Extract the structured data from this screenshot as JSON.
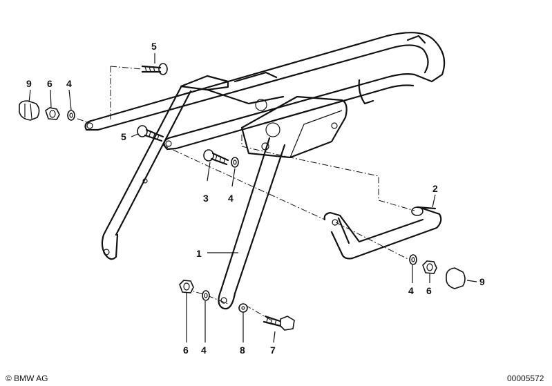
{
  "diagram": {
    "callouts": {
      "c1": "1",
      "c2": "2",
      "c3": "3",
      "c4a": "4",
      "c4b": "4",
      "c4c": "4",
      "c4d": "4",
      "c5a": "5",
      "c5b": "5",
      "c6a": "6",
      "c6b": "6",
      "c6c": "6",
      "c7": "7",
      "c8": "8",
      "c9a": "9",
      "c9b": "9"
    },
    "copyright": "© BMW AG",
    "image_number": "00005572"
  }
}
